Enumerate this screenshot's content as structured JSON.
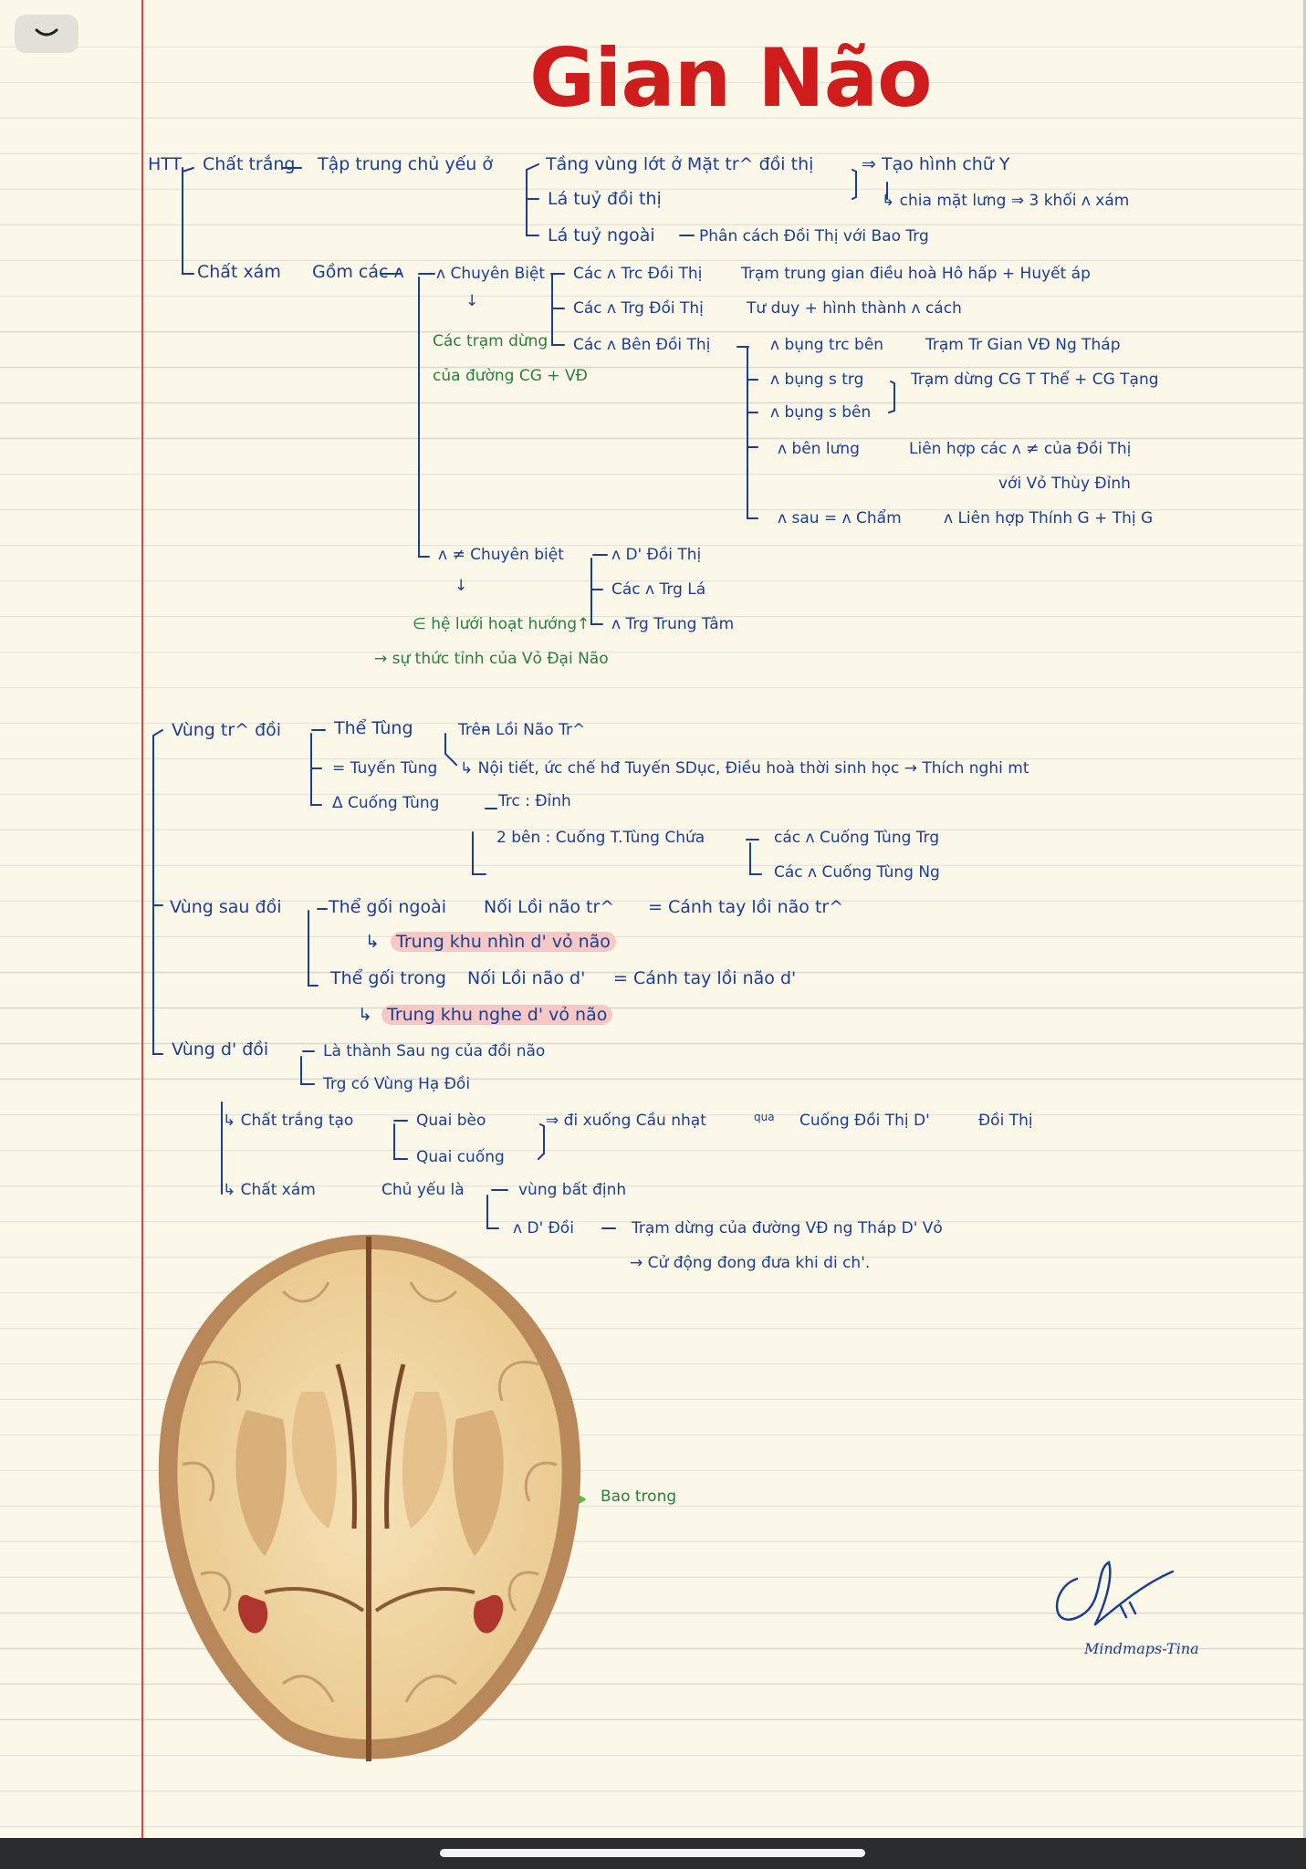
{
  "title": "Gian Não",
  "notes": {
    "a1": "HTT",
    "a2": "Chất trắng",
    "a3": "Tập trung chủ yếu ở",
    "a4": "Tầng vùng lớt ở Mặt tr^ đồi thị",
    "a5": "Lá tuỷ đồi thị",
    "a6": "Lá tuỷ ngoài",
    "a7": "Phân cách Đồi Thị với Bao Trg",
    "a8": "⇒ Tạo hình chữ Y",
    "a9": "↳ chia mặt lưng ⇒ 3 khối ʌ xám",
    "b1": "Chất xám",
    "b2": "Gồm các ʌ",
    "b3": "ʌ Chuyên Biệt",
    "b4": "↓",
    "b5": "Các trạm dừng",
    "b6": "của đường CG + VĐ",
    "b7": "Các ʌ Trc Đồi Thị",
    "b8": "Trạm trung gian điều hoà Hô hấp + Huyết áp",
    "b9": "Các ʌ Trg Đồi Thị",
    "b10": "Tư duy + hình thành ʌ cách",
    "b11": "Các ʌ Bên Đồi Thị",
    "c1": "ʌ bụng trc bên",
    "c2": "Trạm Tr Gian VĐ Ng Tháp",
    "c3": "ʌ bụng s trg",
    "c4": "Trạm dừng CG T Thể + CG Tạng",
    "c5": "ʌ bụng s bên",
    "c6": "ʌ bên lưng",
    "c7": "Liên hợp các ʌ ≠ của Đồi Thị",
    "c8": "với Vỏ Thùy Đỉnh",
    "c9": "ʌ sau = ʌ Chẩm",
    "c10": "ʌ Liên hợp Thính G + Thị G",
    "d1": "ʌ ≠ Chuyên biệt",
    "d2": "↓",
    "d3": "∈ hệ lưới hoạt hướng↑",
    "d4": "→ sự thức tỉnh của Vỏ Đại Não",
    "d5": "ʌ D' Đồi Thị",
    "d6": "Các ʌ Trg Lá",
    "d7": "ʌ Trg Trung Tâm",
    "e1": "Vùng tr^ đồi",
    "e2": "Thể Tùng",
    "e3": "Trên Lồi Não Tr^",
    "e4": "= Tuyến Tùng",
    "e5": "↳ Nội tiết, ức chế hđ Tuyến SDục, Điều hoà thời sinh học → Thích nghi mt",
    "e6": "Δ Cuống Tùng",
    "e7": "Trc : Đỉnh",
    "e8": "2 bên : Cuống T.Tùng Chứa",
    "e9": "các ʌ Cuống Tùng Trg",
    "e10": "Các ʌ Cuống Tùng Ng",
    "f1": "Vùng sau đồi",
    "f2": "Thể gối ngoài",
    "f3": "Nối Lồi não tr^",
    "f4": "= Cánh tay lồi não tr^",
    "f5": "↳",
    "f6": "Trung khu nhìn d' vỏ não",
    "f7": "Thể gối trong",
    "f8": "Nối Lồi não d'",
    "f9": "= Cánh tay lồi não d'",
    "f10": "↳",
    "f11": "Trung khu nghe d' vỏ não",
    "g1": "Vùng d' đồi",
    "g2": "Là thành Sau ng của đồi não",
    "g3": "Trg có Vùng Hạ Đồi",
    "g4": "↳ Chất trắng tạo",
    "g5": "Quai bèo",
    "g6": "Quai cuống",
    "g7": "⇒ đi xuống Cầu nhạt",
    "g8": "qua",
    "g9": "Cuống Đồi Thị D'",
    "g10": "Đồi Thị",
    "g11": "↳ Chất xám",
    "g12": "Chủ yếu là",
    "g13": "vùng bất định",
    "g14": "ʌ D' Đồi",
    "g15": "Trạm dừng của đường VĐ ng Tháp D' Vỏ",
    "g16": "→ Cử động đong đưa khi di ch'.",
    "h1": "Bao trong",
    "sig": "Mindmaps-Tina"
  },
  "colors": {
    "title": "#cf1d1d",
    "ink": "#1c3e8f",
    "green": "#2b7d3c",
    "margin": "#d9473d",
    "highlight": "#f6c9c5"
  },
  "icons": {
    "collapse": "chevron-down-icon"
  }
}
